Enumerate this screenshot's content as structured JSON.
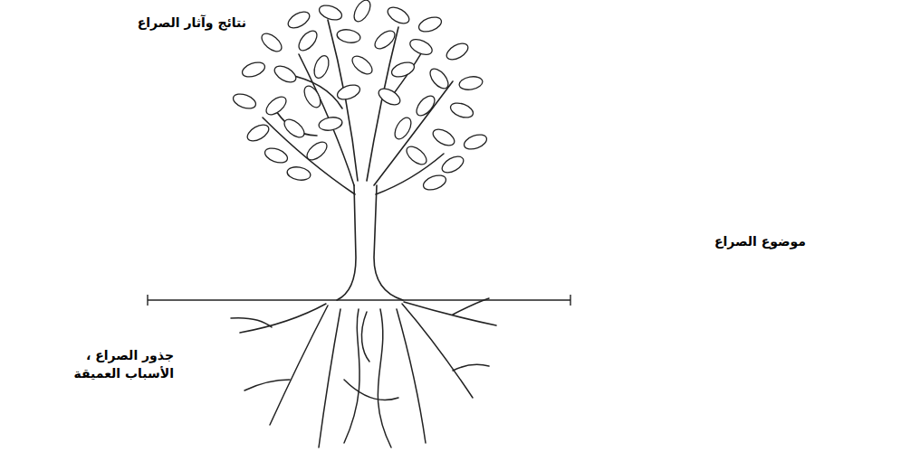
{
  "diagram": {
    "labels": [
      "نتائج وآثار الصراع",
      "موضوع الصراع",
      "جذور الصراع ، الأسباب العميقة"
    ]
  }
}
